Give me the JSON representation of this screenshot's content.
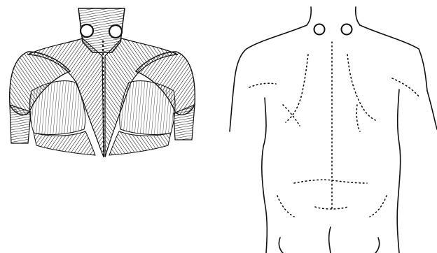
{
  "colors": {
    "ink": "#1a1a1a",
    "hatch": "#333333",
    "paper": "#ffffff",
    "marker": "#111111"
  },
  "figures": [
    {
      "name": "muscle-back-figure",
      "icon": "anatomy-back-muscles"
    },
    {
      "name": "back-outline-figure",
      "icon": "anatomy-back-outline"
    }
  ],
  "markers": {
    "count_per_figure": 2,
    "shape": "open-circle"
  }
}
